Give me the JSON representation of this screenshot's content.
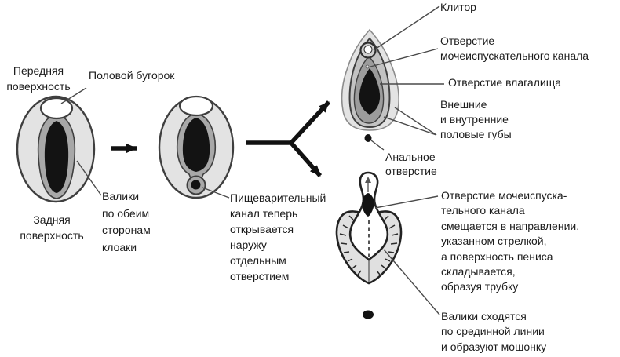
{
  "diagram": {
    "type": "embryonic-genitalia-development-diagram",
    "language": "ru"
  },
  "colors": {
    "bg": "#ffffff",
    "text": "#1c1c1c",
    "outline_dark": "#3f3f3f",
    "outline_soft": "#8c8c8c",
    "fill_light": "#e3e3e3",
    "fill_mid": "#a8a8a8",
    "fill_inner_band": "#c2c2c2",
    "fill_dark_gray": "#9c9c9c",
    "fill_black": "#131313",
    "pointer_line": "#4a4a4a",
    "arrow": "#111111",
    "white": "#ffffff"
  },
  "labels": {
    "anterior_surface": {
      "lines": [
        "Передняя",
        "поверхность"
      ]
    },
    "genital_tubercle": {
      "text": "Половой бугорок"
    },
    "posterior_surface": {
      "lines": [
        "Задняя",
        "поверхность"
      ]
    },
    "cloaca_ridges": {
      "lines": [
        "Валики",
        "по обеим",
        "сторонам",
        "клоаки"
      ]
    },
    "digestive_canal": {
      "lines": [
        "Пищеварительный",
        "канал теперь",
        "открывается",
        "наружу",
        "отдельным",
        "отверстием"
      ]
    },
    "clitoris": {
      "text": "Клитор"
    },
    "urethral_opening_female": {
      "lines": [
        "Отверстие",
        "мочеиспускательного канала"
      ]
    },
    "vaginal_opening": {
      "text": "Отверстие влагалища"
    },
    "labia": {
      "lines": [
        "Внешние",
        "и внутренние",
        "половые губы"
      ]
    },
    "anal_opening": {
      "lines": [
        "Анальное",
        "отверстие"
      ]
    },
    "urethral_opening_male": {
      "lines": [
        "Отверстие мочеиспуска-",
        "тельного канала",
        "смещается в направлении,",
        "указанном стрелкой,",
        "а поверхность пениса",
        "складывается,",
        "образуя трубку"
      ]
    },
    "scrotum_ridges": {
      "lines": [
        "Валики сходятся",
        "по срединной линии",
        "и образуют мошонку"
      ]
    }
  }
}
